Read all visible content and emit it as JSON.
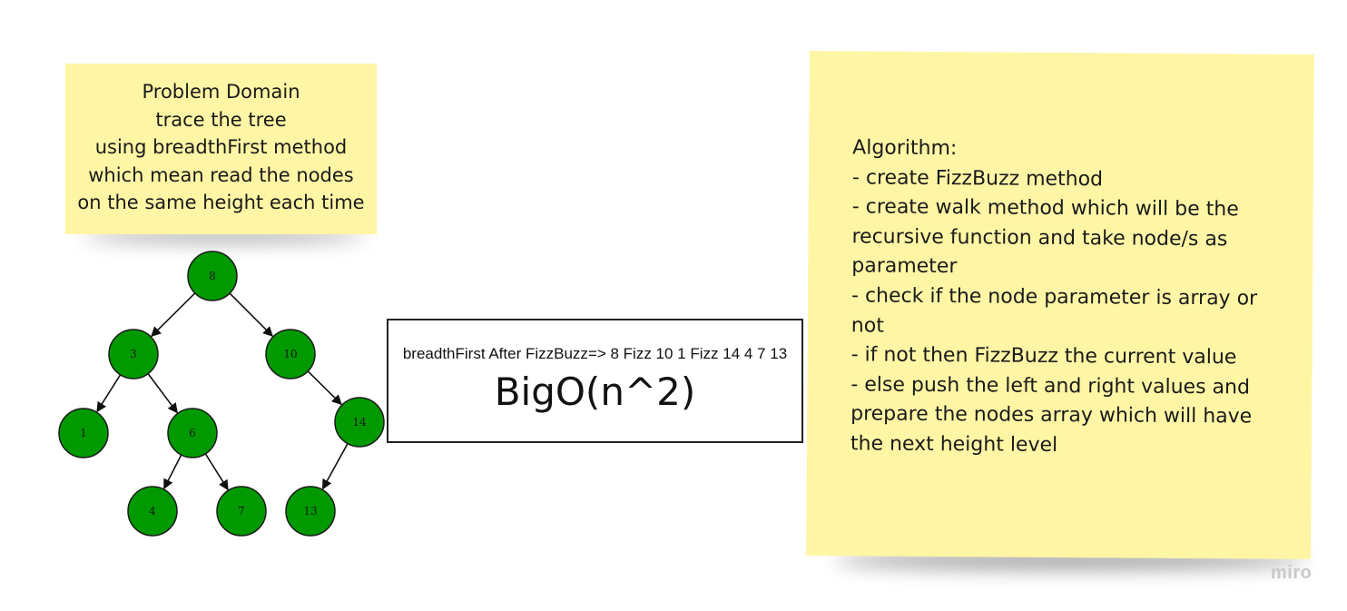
{
  "problem_note": {
    "lines": [
      "Problem Domain",
      "trace the tree",
      "using breadthFirst method",
      "which mean read the nodes",
      "on the same height each time"
    ]
  },
  "algorithm_note": {
    "lines": [
      "Algorithm:",
      "- create FizzBuzz method",
      "- create walk method which will be the recursive function and take node/s as parameter",
      "- check if the node parameter is array or not",
      "- if not then FizzBuzz the current value",
      "- else push the left and right values and prepare the nodes array which will have the next height level"
    ]
  },
  "result_box": {
    "caption": "breadthFirst After FizzBuzz=> 8 Fizz 10 1 Fizz 14 4 7 13",
    "complexity": "BigO(n^2)"
  },
  "tree": {
    "node_color": "#009900",
    "nodes": [
      {
        "id": "n8",
        "label": "8"
      },
      {
        "id": "n3",
        "label": "3"
      },
      {
        "id": "n10",
        "label": "10"
      },
      {
        "id": "n1",
        "label": "1"
      },
      {
        "id": "n6",
        "label": "6"
      },
      {
        "id": "n14",
        "label": "14"
      },
      {
        "id": "n4",
        "label": "4"
      },
      {
        "id": "n7",
        "label": "7"
      },
      {
        "id": "n13",
        "label": "13"
      }
    ],
    "edges": [
      [
        "n8",
        "n3"
      ],
      [
        "n8",
        "n10"
      ],
      [
        "n3",
        "n1"
      ],
      [
        "n3",
        "n6"
      ],
      [
        "n10",
        "n14"
      ],
      [
        "n6",
        "n4"
      ],
      [
        "n6",
        "n7"
      ],
      [
        "n14",
        "n13"
      ]
    ]
  },
  "watermark": "miro",
  "colors": {
    "sticky": "#fff6a5",
    "node_fill": "#009900"
  }
}
